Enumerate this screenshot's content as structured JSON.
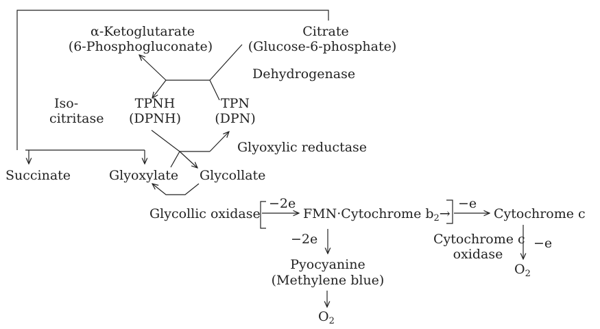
{
  "nodes": {
    "a_ketoglutarate": "α-Ketoglutarate",
    "phosphogluconate": "(6-Phosphogluconate)",
    "citrate": "Citrate",
    "glucose6p": "(Glucose-6-phosphate)",
    "dehydrogenase": "Dehydrogenase",
    "iso": "Iso-",
    "citritase": "citritase",
    "tpnh": "TPNH",
    "dpnh": "(DPNH)",
    "tpn": "TPN",
    "dpn": "(DPN)",
    "glyoxylic_reductase": "Glyoxylic reductase",
    "succinate": "Succinate",
    "glyoxylate": "Glyoxylate",
    "glycollate": "Glycollate",
    "glycollic_oxidase": "Glycollic oxidase",
    "minus_2e_top": "−2e",
    "fmn_cyt": "FMN·Cytochrome b",
    "fmn_sub": "2",
    "minus_e_top": "−e",
    "cytochrome_c": "Cytochrome c",
    "minus_2e_down": "−2e",
    "pyocyanine": "Pyocyanine",
    "methylene_blue": "(Methylene blue)",
    "cyt_c_oxidase_1": "Cytochrome c",
    "cyt_c_oxidase_2": "oxidase",
    "minus_e_down": "−e",
    "o2_right": "O",
    "o2_right_sub": "2",
    "o2_bottom": "O",
    "o2_bottom_sub": "2"
  },
  "colors": {
    "ink": "#222222",
    "background": "#ffffff"
  }
}
